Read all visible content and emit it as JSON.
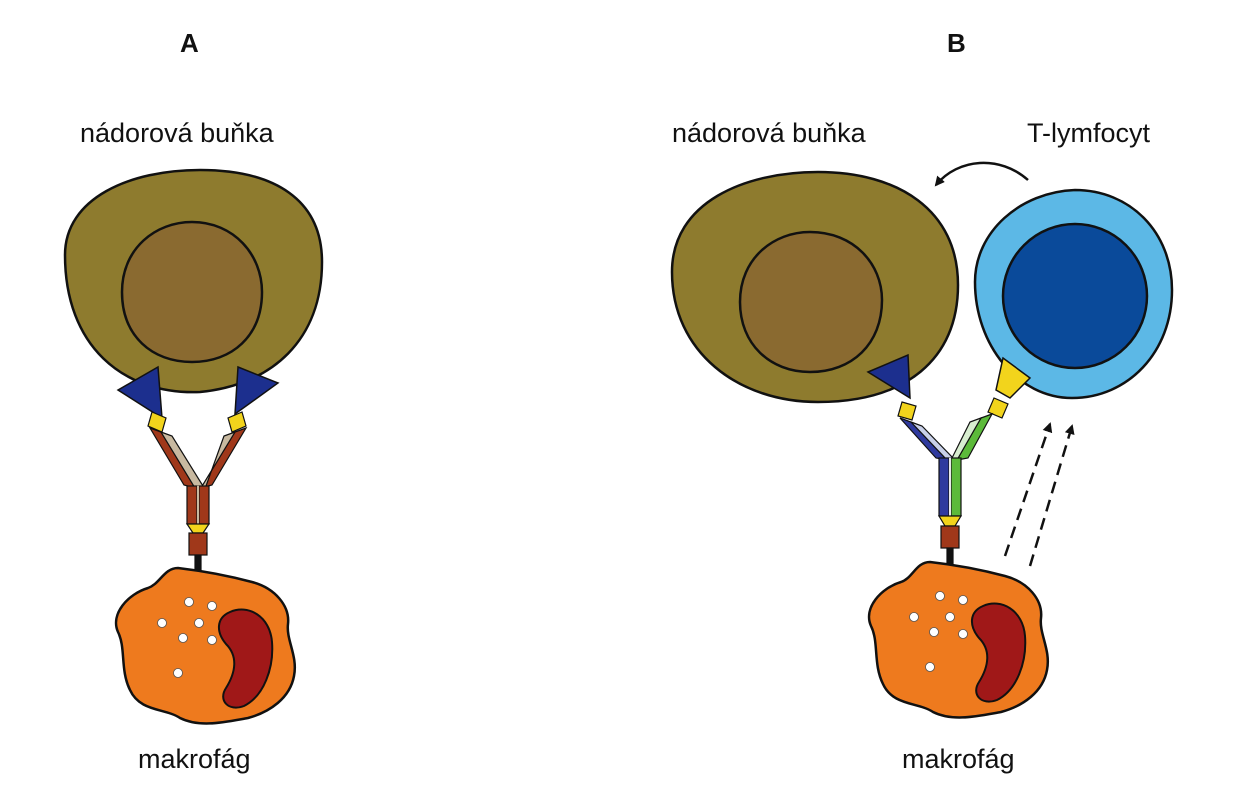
{
  "panels": {
    "a": {
      "letter": "A",
      "tumor_label": "nádorová buňka",
      "macrophage_label": "makrofág"
    },
    "b": {
      "letter": "B",
      "tumor_label": "nádorová buňka",
      "tcell_label": "T-lymfocyt",
      "macrophage_label": "makrofág"
    }
  },
  "colors": {
    "tumor_cytoplasm": "#8E7B2E",
    "tumor_nucleus": "#8A6A30",
    "tcell_cytoplasm": "#5CB8E6",
    "tcell_nucleus": "#0A4A9A",
    "macrophage_body": "#EE7A1E",
    "macrophage_nucleus": "#A01818",
    "antigen": "#1C2F8E",
    "antibody_a": "#A0381A",
    "antibody_b_left": "#2F3A9E",
    "antibody_b_right": "#5CBA3A",
    "binding_site": "#F2D41C",
    "cd3_receptor": "#F2D41C",
    "outline": "#111111"
  },
  "icons": [
    "tumor-cell-icon",
    "t-lymphocyte-icon",
    "macrophage-icon",
    "antibody-icon",
    "antigen-icon",
    "curved-arrow-icon",
    "dashed-arrow-icon"
  ]
}
